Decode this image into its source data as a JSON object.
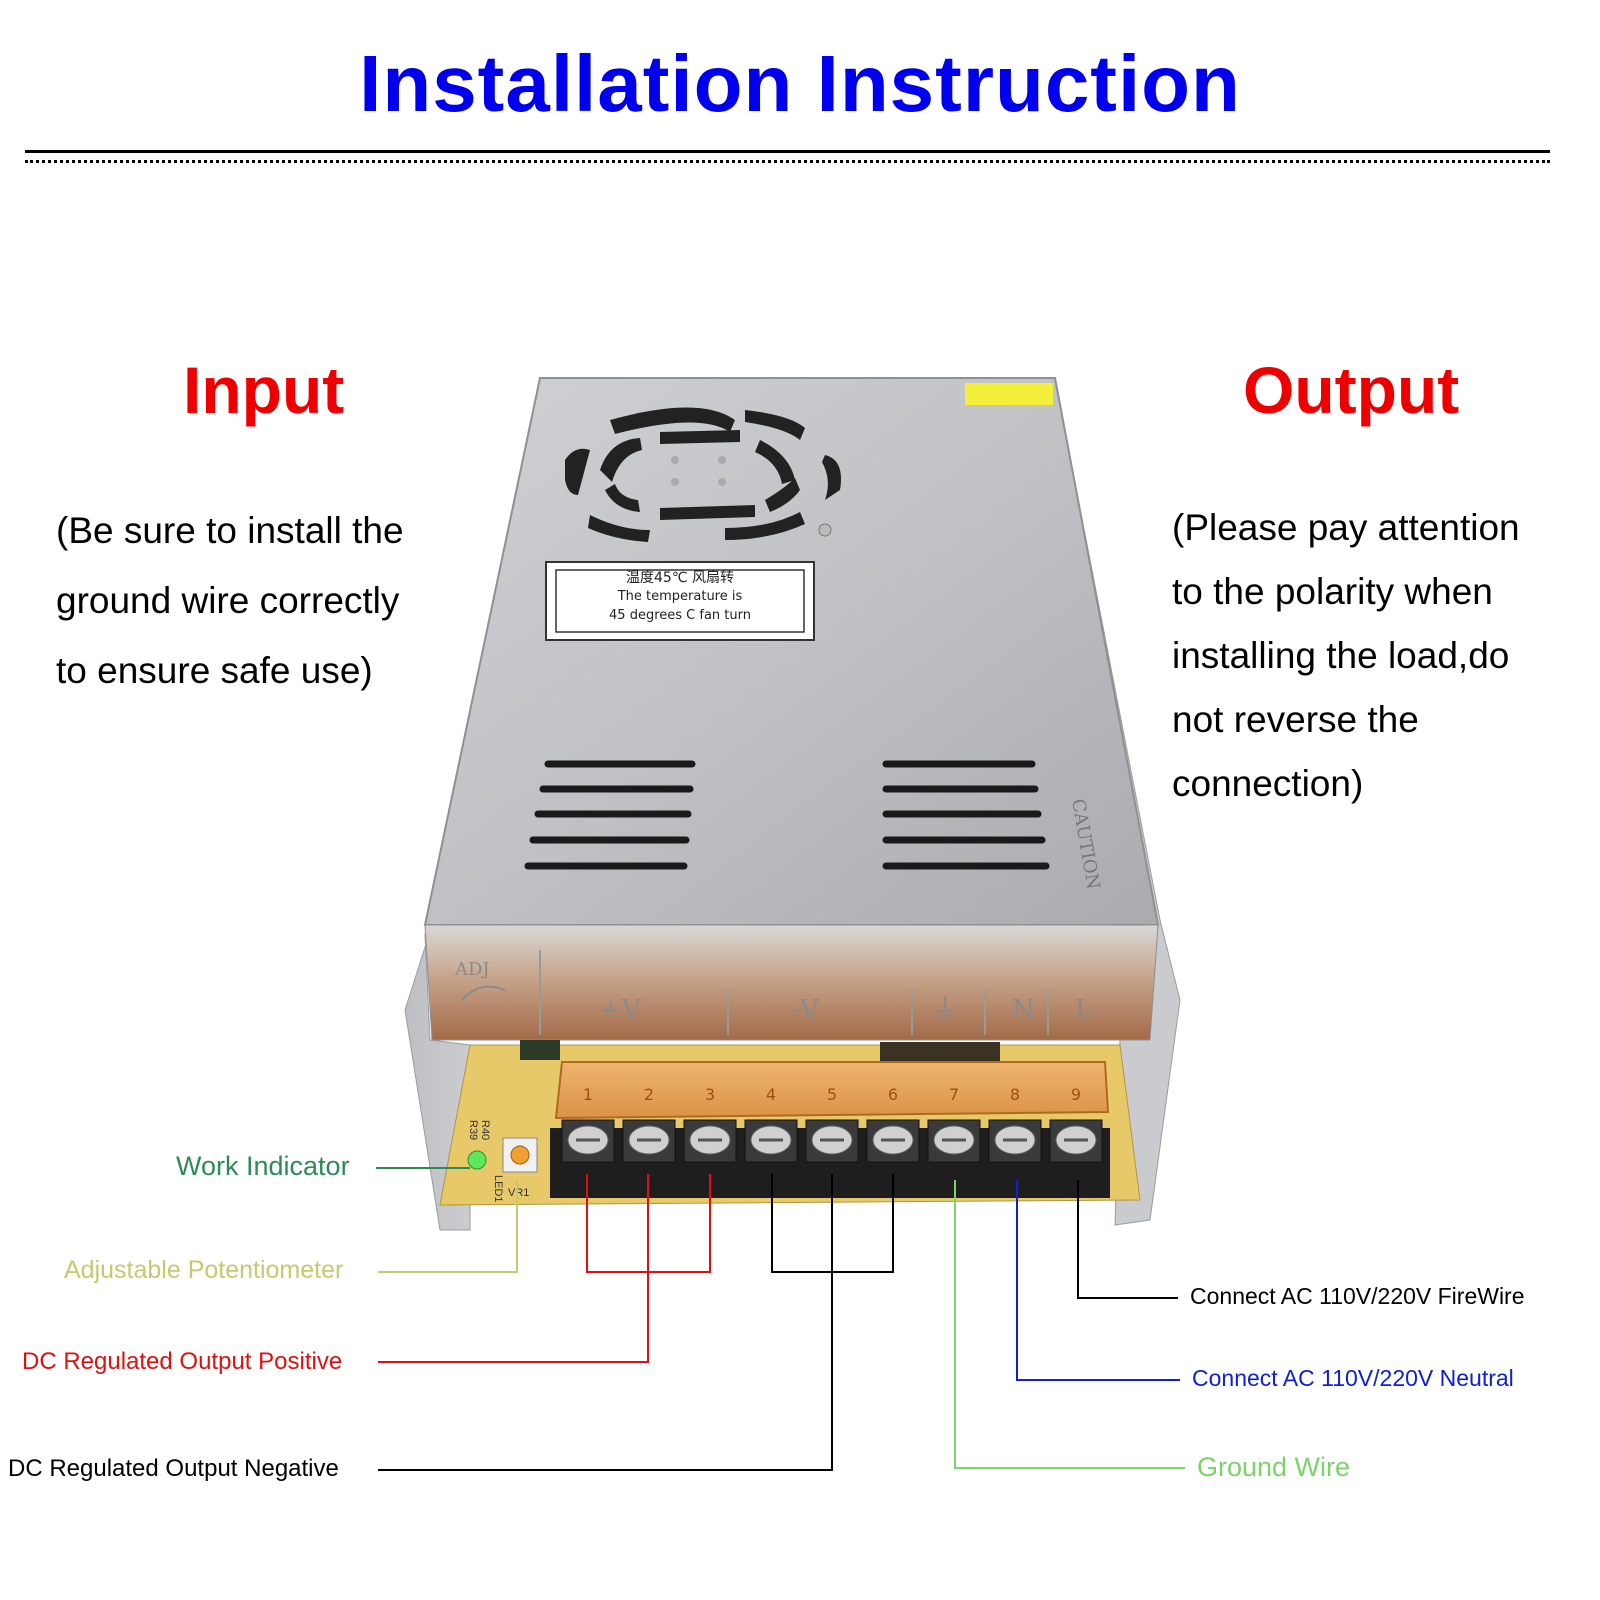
{
  "title": "Installation Instruction",
  "input": {
    "heading": "Input",
    "note_lines": [
      "(Be sure to install the",
      "ground wire correctly",
      "to ensure safe use)"
    ]
  },
  "output": {
    "heading": "Output",
    "note_lines": [
      "(Please pay attention",
      "to the polarity when",
      "installing the load,do",
      "not reverse the",
      "connection)"
    ]
  },
  "device": {
    "fan_label_cn": "温度45℃ 风扇转",
    "fan_label_line1": "The temperature is",
    "fan_label_line2": "45 degrees C fan turn",
    "caution_text": "CAUTION",
    "adj_text": "ADJ",
    "terminal_symbols": [
      "+V",
      "-V",
      "⏚",
      "N",
      "L"
    ],
    "terminal_numbers": [
      "1",
      "2",
      "3",
      "4",
      "5",
      "6",
      "7",
      "8",
      "9"
    ],
    "board_text": [
      "R39",
      "R40",
      "LED1",
      "VR1"
    ]
  },
  "labels": {
    "work_indicator": "Work Indicator",
    "adjustable_potentiometer": "Adjustable Potentiometer",
    "dc_positive": "DC Regulated Output Positive",
    "dc_negative": "DC Regulated Output Negative",
    "ac_firewire": "Connect AC 110V/220V FireWire",
    "ac_neutral": "Connect AC 110V/220V Neutral",
    "ground_wire": "Ground Wire"
  },
  "colors": {
    "title": "#0000ee",
    "heading": "#ee0000",
    "work_indicator": "#2e8b57",
    "potentiometer": "#c8c870",
    "positive": "#e01010",
    "negative": "#000000",
    "neutral": "#1020d0",
    "ground": "#7cd36a",
    "firewire": "#000000"
  }
}
